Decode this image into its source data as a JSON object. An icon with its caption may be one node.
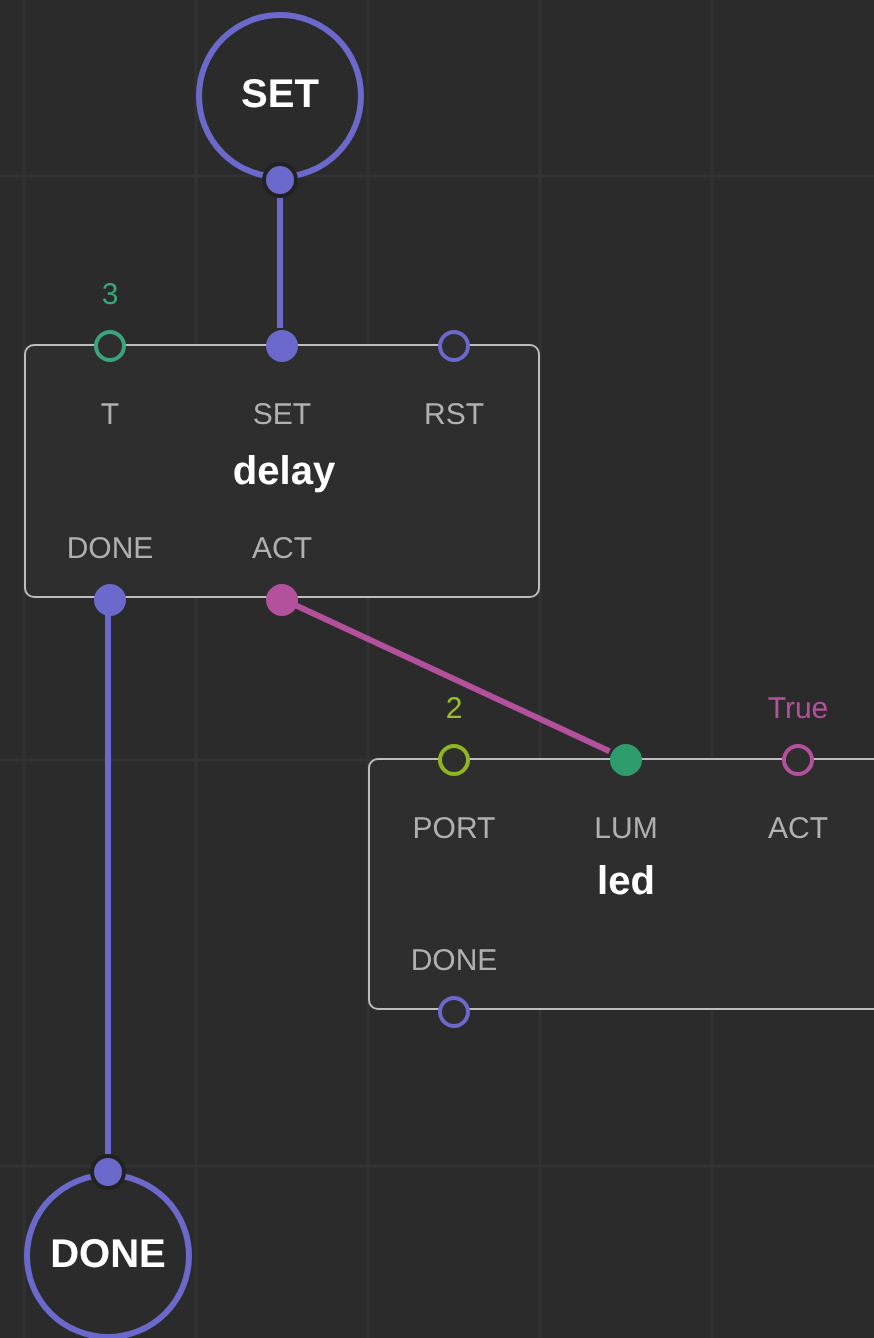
{
  "diagram": {
    "nodes": [
      {
        "text": [
          "SET"
        ]
      },
      {
        "text": [
          "delay"
        ]
      },
      {
        "text": [
          "T"
        ],
        "in": 1,
        "beside": [
          "3"
        ]
      },
      {
        "text": [
          "SET"
        ],
        "in": 1
      },
      {
        "text": [
          "RST"
        ],
        "in": 1
      },
      {
        "text": [
          "DONE"
        ],
        "in": 1
      },
      {
        "text": [
          "ACT"
        ],
        "in": 1
      },
      {
        "text": [
          "led"
        ]
      },
      {
        "text": [
          "PORT"
        ],
        "in": 7,
        "beside": [
          "2"
        ]
      },
      {
        "text": [
          "LUM"
        ],
        "in": 7
      },
      {
        "text": [
          "ACT"
        ],
        "in": 7,
        "beside": [
          "True"
        ]
      },
      {
        "text": [
          "DONE"
        ],
        "in": 7
      },
      {
        "text": [
          "DONE"
        ]
      }
    ],
    "edges": [
      {
        "from": 0,
        "to": 3,
        "arrow": "none"
      },
      {
        "from": 5,
        "to": 12,
        "arrow": "none"
      },
      {
        "from": 6,
        "to": 9,
        "arrow": "none",
        "color": "#b4519c"
      }
    ]
  }
}
